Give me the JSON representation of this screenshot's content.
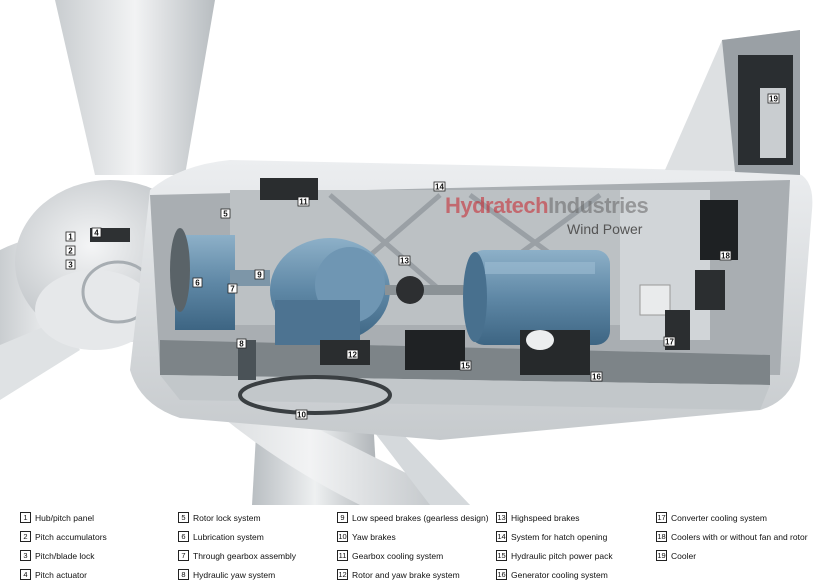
{
  "brand": {
    "name_part1": "Hydratech",
    "name_part2": "Industries",
    "subtitle": "Wind Power"
  },
  "colors": {
    "steel_blue": "#5f88a6",
    "nacelle_grey": "#d9dde0",
    "logo_red": "#c8222a"
  },
  "legend": [
    {
      "number": "1",
      "label": "Hub/pitch panel"
    },
    {
      "number": "2",
      "label": "Pitch accumulators"
    },
    {
      "number": "3",
      "label": "Pitch/blade lock"
    },
    {
      "number": "4",
      "label": "Pitch actuator"
    },
    {
      "number": "5",
      "label": "Rotor lock system"
    },
    {
      "number": "6",
      "label": "Lubrication system"
    },
    {
      "number": "7",
      "label": "Through gearbox assembly"
    },
    {
      "number": "8",
      "label": "Hydraulic yaw system"
    },
    {
      "number": "9",
      "label": "Low speed brakes (gearless design)"
    },
    {
      "number": "10",
      "label": "Yaw brakes"
    },
    {
      "number": "11",
      "label": "Gearbox cooling system"
    },
    {
      "number": "12",
      "label": "Rotor and yaw brake system"
    },
    {
      "number": "13",
      "label": "Highspeed brakes"
    },
    {
      "number": "14",
      "label": "System for hatch opening"
    },
    {
      "number": "15",
      "label": "Hydraulic pitch power pack"
    },
    {
      "number": "16",
      "label": "Generator cooling system"
    },
    {
      "number": "17",
      "label": "Converter cooling system"
    },
    {
      "number": "18",
      "label": "Coolers with or without fan and rotor"
    },
    {
      "number": "19",
      "label": "Cooler"
    }
  ],
  "callouts": [
    "1",
    "2",
    "3",
    "4",
    "5",
    "6",
    "7",
    "8",
    "9",
    "10",
    "11",
    "12",
    "13",
    "14",
    "15",
    "16",
    "17",
    "18",
    "19"
  ]
}
